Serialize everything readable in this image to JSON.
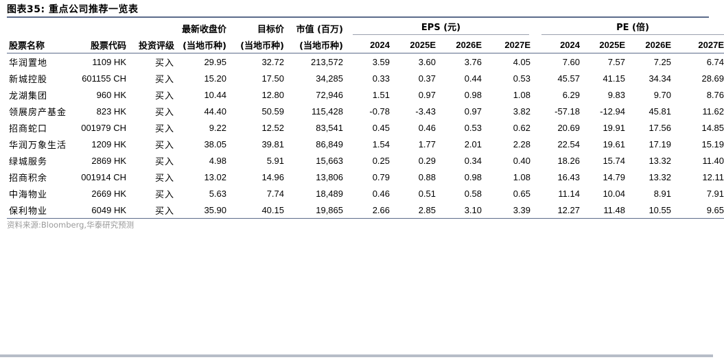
{
  "title": "图表35:  重点公司推荐一览表",
  "header_top": {
    "price": "最新收盘价",
    "target": "目标价",
    "mktcap": "市值 (百万)",
    "eps_group": "EPS (元)",
    "pe_group": "PE (倍)"
  },
  "header_bottom": {
    "name": "股票名称",
    "code": "股票代码",
    "rating": "投资评级",
    "price_unit": "(当地币种)",
    "target_unit": "(当地币种)",
    "mktcap_unit": "(当地币种)",
    "years": [
      "2024",
      "2025E",
      "2026E",
      "2027E"
    ]
  },
  "rows": [
    {
      "name": "华润置地",
      "code": "1109 HK",
      "rating": "买入",
      "price": "29.95",
      "target": "32.72",
      "mktcap": "213,572",
      "eps": [
        "3.59",
        "3.60",
        "3.76",
        "4.05"
      ],
      "pe": [
        "7.60",
        "7.57",
        "7.25",
        "6.74"
      ]
    },
    {
      "name": "新城控股",
      "code": "601155 CH",
      "rating": "买入",
      "price": "15.20",
      "target": "17.50",
      "mktcap": "34,285",
      "eps": [
        "0.33",
        "0.37",
        "0.44",
        "0.53"
      ],
      "pe": [
        "45.57",
        "41.15",
        "34.34",
        "28.69"
      ]
    },
    {
      "name": "龙湖集团",
      "code": "960 HK",
      "rating": "买入",
      "price": "10.44",
      "target": "12.80",
      "mktcap": "72,946",
      "eps": [
        "1.51",
        "0.97",
        "0.98",
        "1.08"
      ],
      "pe": [
        "6.29",
        "9.83",
        "9.70",
        "8.76"
      ]
    },
    {
      "name": "领展房产基金",
      "code": "823 HK",
      "rating": "买入",
      "price": "44.40",
      "target": "50.59",
      "mktcap": "115,428",
      "eps": [
        "-0.78",
        "-3.43",
        "0.97",
        "3.82"
      ],
      "pe": [
        "-57.18",
        "-12.94",
        "45.81",
        "11.62"
      ]
    },
    {
      "name": "招商蛇口",
      "code": "001979 CH",
      "rating": "买入",
      "price": "9.22",
      "target": "12.52",
      "mktcap": "83,541",
      "eps": [
        "0.45",
        "0.46",
        "0.53",
        "0.62"
      ],
      "pe": [
        "20.69",
        "19.91",
        "17.56",
        "14.85"
      ]
    },
    {
      "name": "华润万象生活",
      "code": "1209 HK",
      "rating": "买入",
      "price": "38.05",
      "target": "39.81",
      "mktcap": "86,849",
      "eps": [
        "1.54",
        "1.77",
        "2.01",
        "2.28"
      ],
      "pe": [
        "22.54",
        "19.61",
        "17.19",
        "15.19"
      ]
    },
    {
      "name": "绿城服务",
      "code": "2869 HK",
      "rating": "买入",
      "price": "4.98",
      "target": "5.91",
      "mktcap": "15,663",
      "eps": [
        "0.25",
        "0.29",
        "0.34",
        "0.40"
      ],
      "pe": [
        "18.26",
        "15.74",
        "13.32",
        "11.40"
      ]
    },
    {
      "name": "招商积余",
      "code": "001914 CH",
      "rating": "买入",
      "price": "13.02",
      "target": "14.96",
      "mktcap": "13,806",
      "eps": [
        "0.79",
        "0.88",
        "0.98",
        "1.08"
      ],
      "pe": [
        "16.43",
        "14.79",
        "13.32",
        "12.11"
      ]
    },
    {
      "name": "中海物业",
      "code": "2669 HK",
      "rating": "买入",
      "price": "5.63",
      "target": "7.74",
      "mktcap": "18,489",
      "eps": [
        "0.46",
        "0.51",
        "0.58",
        "0.65"
      ],
      "pe": [
        "11.14",
        "10.04",
        "8.91",
        "7.91"
      ]
    },
    {
      "name": "保利物业",
      "code": "6049 HK",
      "rating": "买入",
      "price": "35.90",
      "target": "40.15",
      "mktcap": "19,865",
      "eps": [
        "2.66",
        "2.85",
        "3.10",
        "3.39"
      ],
      "pe": [
        "12.27",
        "11.48",
        "10.55",
        "9.65"
      ]
    }
  ],
  "source": "资料来源:Bloomberg,华泰研究预测"
}
